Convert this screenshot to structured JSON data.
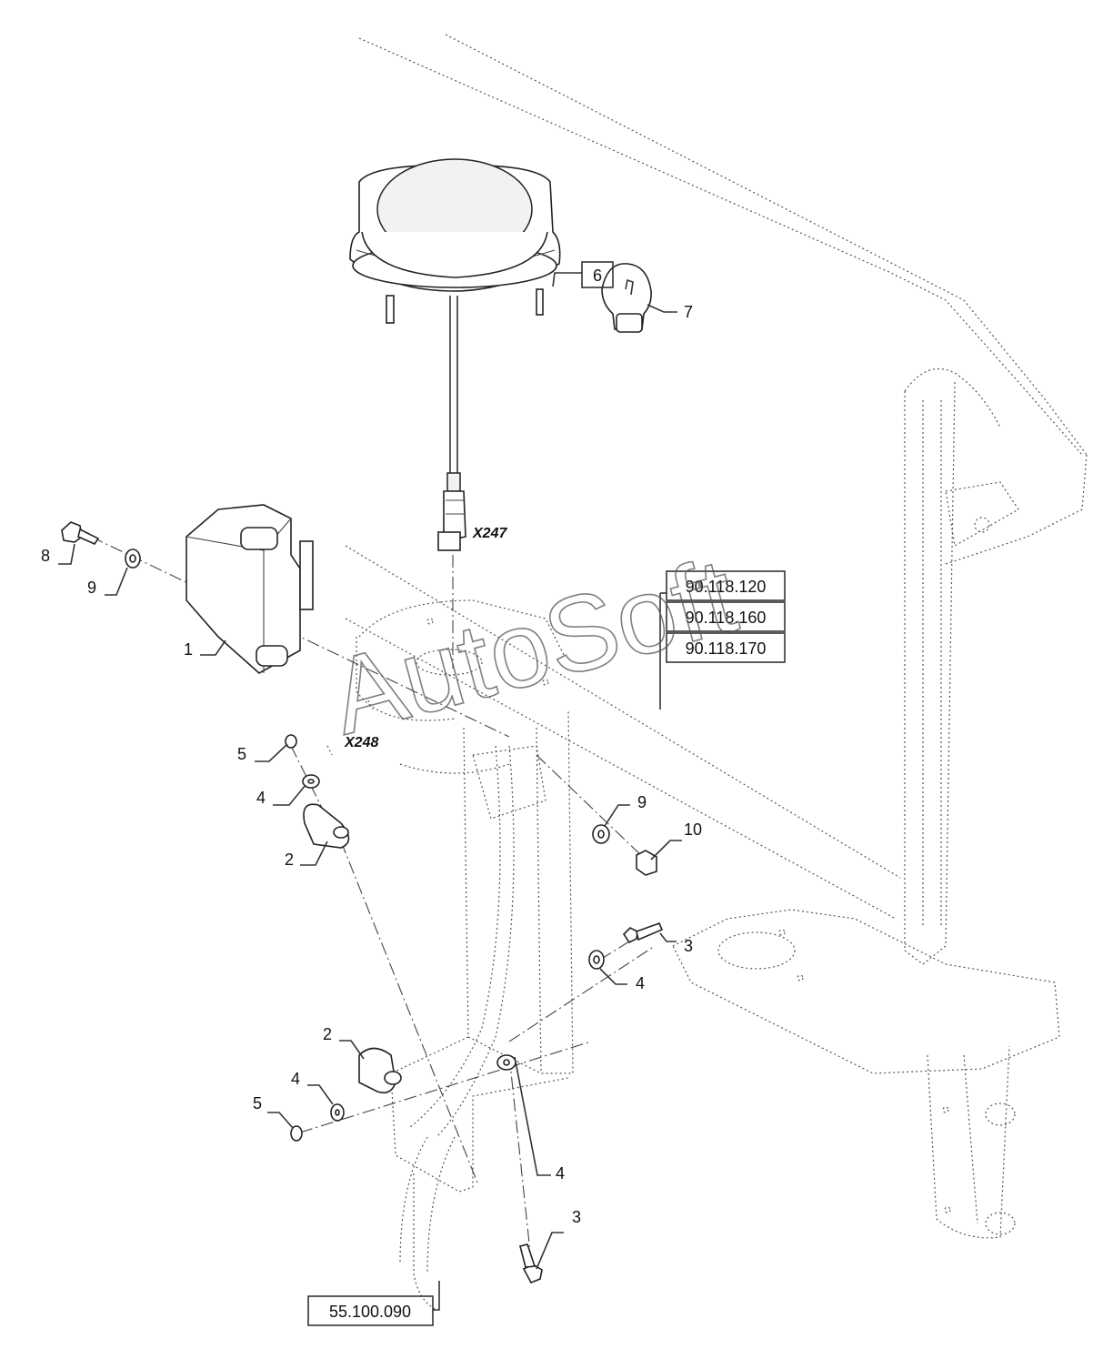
{
  "callouts": {
    "c1": "1",
    "c2a": "2",
    "c2b": "2",
    "c3a": "3",
    "c3b": "3",
    "c4a": "4",
    "c4b": "4",
    "c4c": "4",
    "c4d": "4",
    "c5a": "5",
    "c5b": "5",
    "c6": "6",
    "c7": "7",
    "c8": "8",
    "c9a": "9",
    "c9b": "9",
    "c10": "10"
  },
  "connectors": {
    "x247": "X247",
    "x248": "X248"
  },
  "references": [
    "90.118.120",
    "90.118.160",
    "90.118.170"
  ],
  "bottom_reference": "55.100.090",
  "watermark": "AutoSoft"
}
